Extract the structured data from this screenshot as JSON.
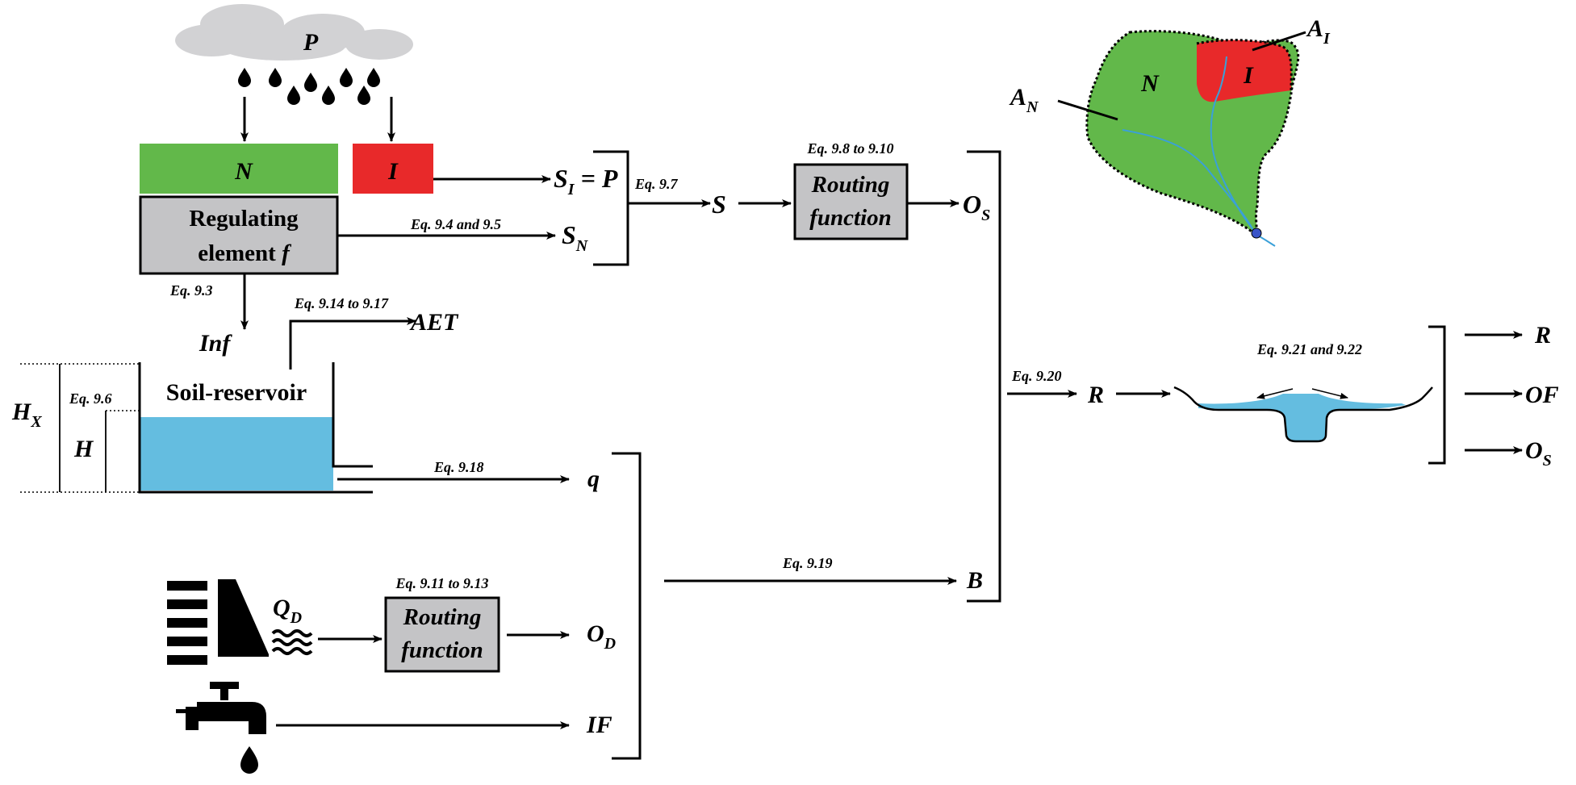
{
  "top": {
    "cloud_label": "P",
    "pervious_box_label": "N",
    "impervious_box_label": "I",
    "regulating_line1": "Regulating",
    "regulating_line2": "element ",
    "regulating_symbol": "f",
    "si_main": "S",
    "si_sub": "I",
    "si_rhs": " = P",
    "sn_main": "S",
    "sn_sub": "N",
    "eq_sn": "Eq. 9.4 and 9.5",
    "eq_s": "Eq. 9.7",
    "s_label": "S",
    "eq_routing_top": "Eq. 9.8 to 9.10",
    "routing_top_line1": "Routing",
    "routing_top_line2": "function",
    "os_main": "O",
    "os_sub": "S"
  },
  "soil": {
    "eq_inf": "Eq. 9.3",
    "inf_label": "Inf",
    "eq_aet": "Eq. 9.14 to 9.17",
    "aet_label": "AET",
    "reservoir_label": "Soil-reservoir",
    "hx_main": "H",
    "hx_sub": "X",
    "eq_h": "Eq. 9.6",
    "h_label": "H",
    "eq_q": "Eq. 9.18",
    "q_label": "q"
  },
  "bottom": {
    "qd_main": "Q",
    "qd_sub": "D",
    "eq_routing_bottom": "Eq. 9.11 to 9.13",
    "routing_bottom_line1": "Routing",
    "routing_bottom_line2": "function",
    "od_main": "O",
    "od_sub": "D",
    "if_label": "IF",
    "eq_b": "Eq. 9.19",
    "b_label": "B"
  },
  "right": {
    "eq_r": "Eq. 9.20",
    "r_label": "R",
    "eq_reservoir": "Eq. 9.21 and 9.22",
    "out_r": "R",
    "out_of": "OF",
    "out_os_main": "O",
    "out_os_sub": "S"
  },
  "catchment": {
    "n_label": "N",
    "i_label": "I",
    "an_main": "A",
    "an_sub": "N",
    "ai_main": "A",
    "ai_sub": "I"
  },
  "colors": {
    "pervious_green": "#62b84a",
    "impervious_red": "#e8292a",
    "box_gray": "#c4c4c6",
    "water_blue": "#64bde0",
    "cloud_gray": "#d2d2d4",
    "stream_blue": "#3aa0d8",
    "outlet_blue": "#3a54c8"
  },
  "icons": [
    "rain-cloud-icon",
    "dam-icon",
    "water-waves-icon",
    "faucet-icon",
    "droplet-icon",
    "river-channel-icon",
    "catchment-map-icon"
  ]
}
